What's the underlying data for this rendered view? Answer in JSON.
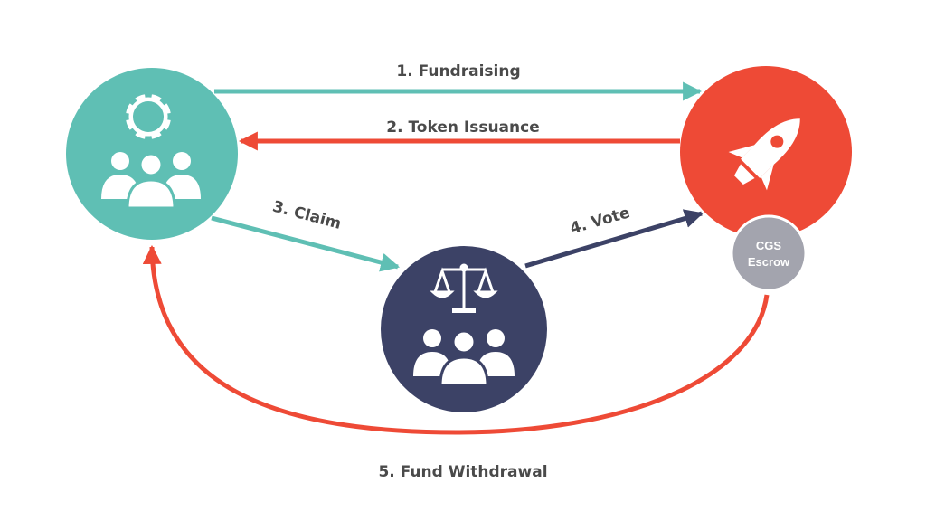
{
  "nodes": {
    "investors": {
      "icon": "lifebuoy-group-icon",
      "color": "#5fbfb4"
    },
    "project": {
      "icon": "rocket-icon",
      "color": "#ee4a36"
    },
    "arbitrators": {
      "icon": "scales-group-icon",
      "color": "#3c4266"
    },
    "escrow": {
      "line1": "CGS",
      "line2": "Escrow",
      "color": "#a3a4ae"
    }
  },
  "edges": {
    "fundraising": {
      "label": "1. Fundraising",
      "color": "#5fbfb4"
    },
    "token_issuance": {
      "label": "2. Token Issuance",
      "color": "#ee4a36"
    },
    "claim": {
      "label": "3. Claim",
      "color": "#5fbfb4"
    },
    "vote": {
      "label": "4. Vote",
      "color": "#3c4266"
    },
    "fund_withdrawal": {
      "label": "5. Fund Withdrawal",
      "color": "#ee4a36"
    }
  }
}
